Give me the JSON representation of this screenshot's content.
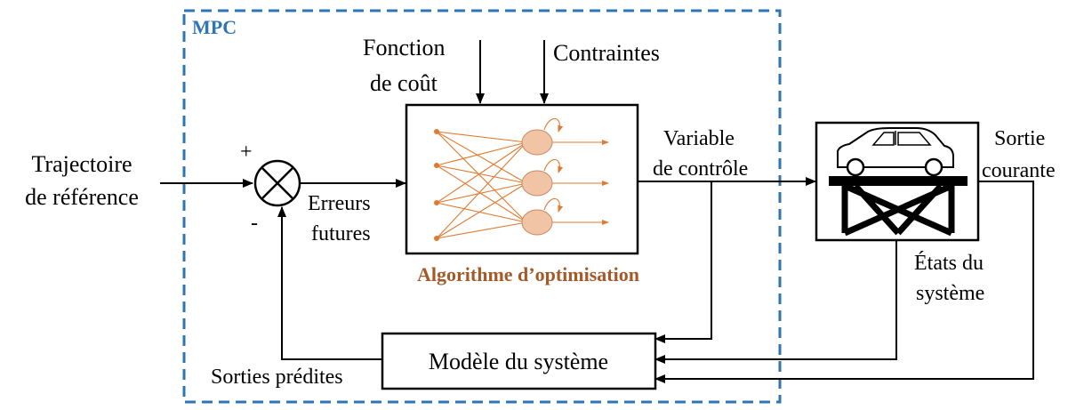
{
  "mpc": {
    "title": "MPC",
    "border_color": "#2e75b6"
  },
  "inputs": {
    "reference_line1": "Trajectoire",
    "reference_line2": "de référence",
    "plus_sign": "+",
    "minus_sign": "-"
  },
  "optimizer": {
    "cost_line1": "Fonction",
    "cost_line2": "de coût",
    "constraints": "Contraintes",
    "errors_line1": "Erreurs",
    "errors_line2": "futures",
    "title": "Algorithme d’optimisation",
    "title_color": "#a35a2a",
    "network_color": "#e07a30",
    "neuron_fill": "#f0c4a4"
  },
  "control": {
    "line1": "Variable",
    "line2": "de contrôle"
  },
  "plant": {
    "icon": "car-on-lift-icon",
    "output_line1": "Sortie",
    "output_line2": "courante"
  },
  "model": {
    "label": "Modèle du système",
    "states_line1": "États du",
    "states_line2": "système",
    "predicted_outputs": "Sorties prédites"
  }
}
